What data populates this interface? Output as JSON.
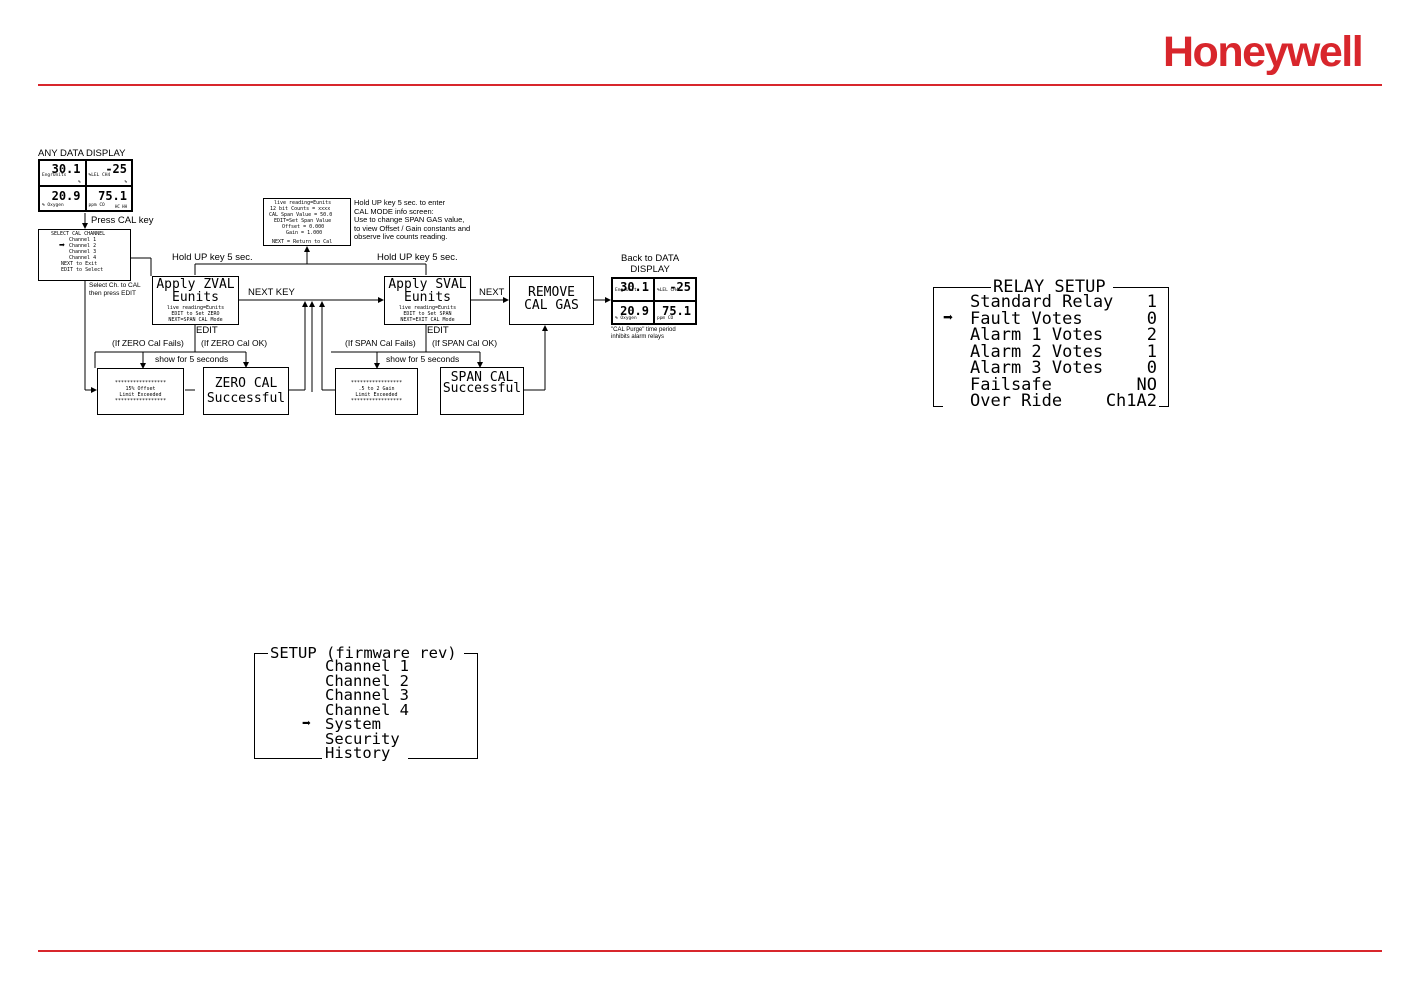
{
  "brand": {
    "logo": "Honeywell",
    "accent": "#d8262c"
  },
  "flow": {
    "any_data_display": "ANY DATA DISPLAY",
    "press_cal_key": "Press CAL key",
    "data_display": {
      "tl_value": "30.1",
      "tl_unit": "EngrUnits",
      "tl_sub": "%",
      "tr_value": "-25",
      "tr_unit": "%LEL CH4",
      "tr_sub": "%",
      "bl_value": "20.9",
      "bl_unit": "%  Oxygen",
      "br_value": "75.1",
      "br_unit": "ppm   CO",
      "br_sub": "HC  HH"
    },
    "select_cal": {
      "title": "SELECT CAL CHANNEL",
      "lines": [
        "Channel 1",
        "Channel 2",
        "Channel 3",
        "Channel 4",
        "NEXT to Exit",
        "EDIT to Select"
      ]
    },
    "select_ch_note": [
      "Select Ch. to CAL",
      "then press EDIT"
    ],
    "hold_up_1": "Hold UP key 5 sec.",
    "hold_up_2": "Hold UP key 5 sec.",
    "zval": {
      "line1": "Apply ZVAL",
      "line2": "Eunits",
      "small": [
        "live reading=Eunits",
        "EDIT to Set ZERO",
        "NEXT=SPAN CAL Mode"
      ]
    },
    "sval": {
      "line1": "Apply SVAL",
      "line2": "Eunits",
      "small": [
        "live reading=Eunits",
        "EDIT to Set SPAN",
        "NEXT=EXIT CAL Mode"
      ]
    },
    "info_screen": {
      "small": [
        "live reading=Eunits",
        "12 bit Counts = xxxx",
        "CAL Span Value = 50.0",
        "EDIT=Set Span Value",
        "Offset = 0.000",
        "Gain = 1.000",
        "NEXT = Return to Cal"
      ]
    },
    "info_note": [
      "Hold UP key 5 sec. to enter",
      "CAL MODE info screen:",
      "Use to change SPAN GAS value,",
      "to view Offset / Gain constants and",
      "observe live counts reading."
    ],
    "next_key": "NEXT KEY",
    "next": "NEXT",
    "remove": {
      "line1": "REMOVE",
      "line2": "CAL GAS"
    },
    "back_to": [
      "Back to DATA",
      "DISPLAY"
    ],
    "purge_note": [
      "\"CAL Purge\" time period",
      "inhibits alarm relays"
    ],
    "edit1": "EDIT",
    "edit2": "EDIT",
    "zero_fail": "(If ZERO Cal Fails)",
    "zero_ok": "(If ZERO Cal OK)",
    "span_fail": "(If SPAN Cal Fails)",
    "span_ok": "(If SPAN Cal OK)",
    "show5_1": "show for 5 seconds",
    "show5_2": "show for 5 seconds",
    "zero_err": [
      "*****************",
      "15% Offset",
      "Limit Exceeded",
      "*****************"
    ],
    "span_err": [
      "*****************",
      ".5 to 2 Gain",
      "Limit Exceeded",
      "*****************"
    ],
    "zero_ok_box": {
      "line1": "ZERO CAL",
      "line2": "Successful"
    },
    "span_ok_box": {
      "line1": "SPAN CAL",
      "line2": "Successful"
    }
  },
  "setup_menu": {
    "title": "SETUP (firmware rev)",
    "items": [
      "Channel 1",
      "Channel 2",
      "Channel 3",
      "Channel 4",
      "System",
      "Security",
      "History"
    ],
    "selected": "System"
  },
  "relay_menu": {
    "title": "RELAY SETUP",
    "items": [
      {
        "label": "Standard Relay",
        "value": "1"
      },
      {
        "label": "Fault Votes",
        "value": "0"
      },
      {
        "label": "Alarm 1 Votes",
        "value": "2"
      },
      {
        "label": "Alarm 2 Votes",
        "value": "1"
      },
      {
        "label": "Alarm 3 Votes",
        "value": "0"
      },
      {
        "label": "Failsafe",
        "value": "NO"
      },
      {
        "label": "Over Ride",
        "value": "Ch1A2"
      }
    ],
    "selected": "Fault Votes"
  }
}
